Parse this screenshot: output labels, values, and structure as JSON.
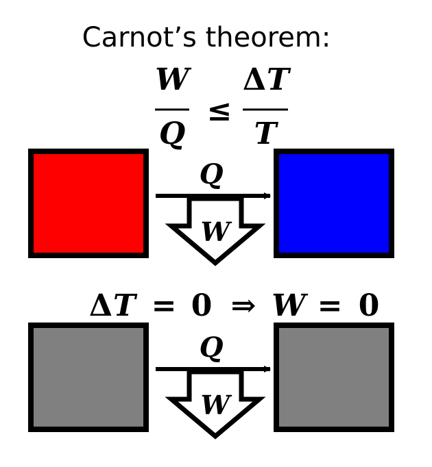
{
  "title": "Carnot’s theorem:",
  "formula": {
    "numerator_left": "W",
    "denominator_left": "Q",
    "relation": "≤",
    "numerator_right_delta": "Δ",
    "numerator_right_var": "T",
    "denominator_right": "T"
  },
  "panel_top": {
    "hot_color": "#ff0000",
    "cold_color": "#0000ff",
    "heat_label": "Q",
    "work_label": "W"
  },
  "condition": {
    "delta": "Δ",
    "t": "T",
    "eq1": "=",
    "zero1": "0",
    "implies": "⇒",
    "w": "W",
    "eq2": "=",
    "zero2": "0"
  },
  "panel_bottom": {
    "left_color": "#808080",
    "right_color": "#808080",
    "heat_label": "Q",
    "work_label": "W"
  }
}
